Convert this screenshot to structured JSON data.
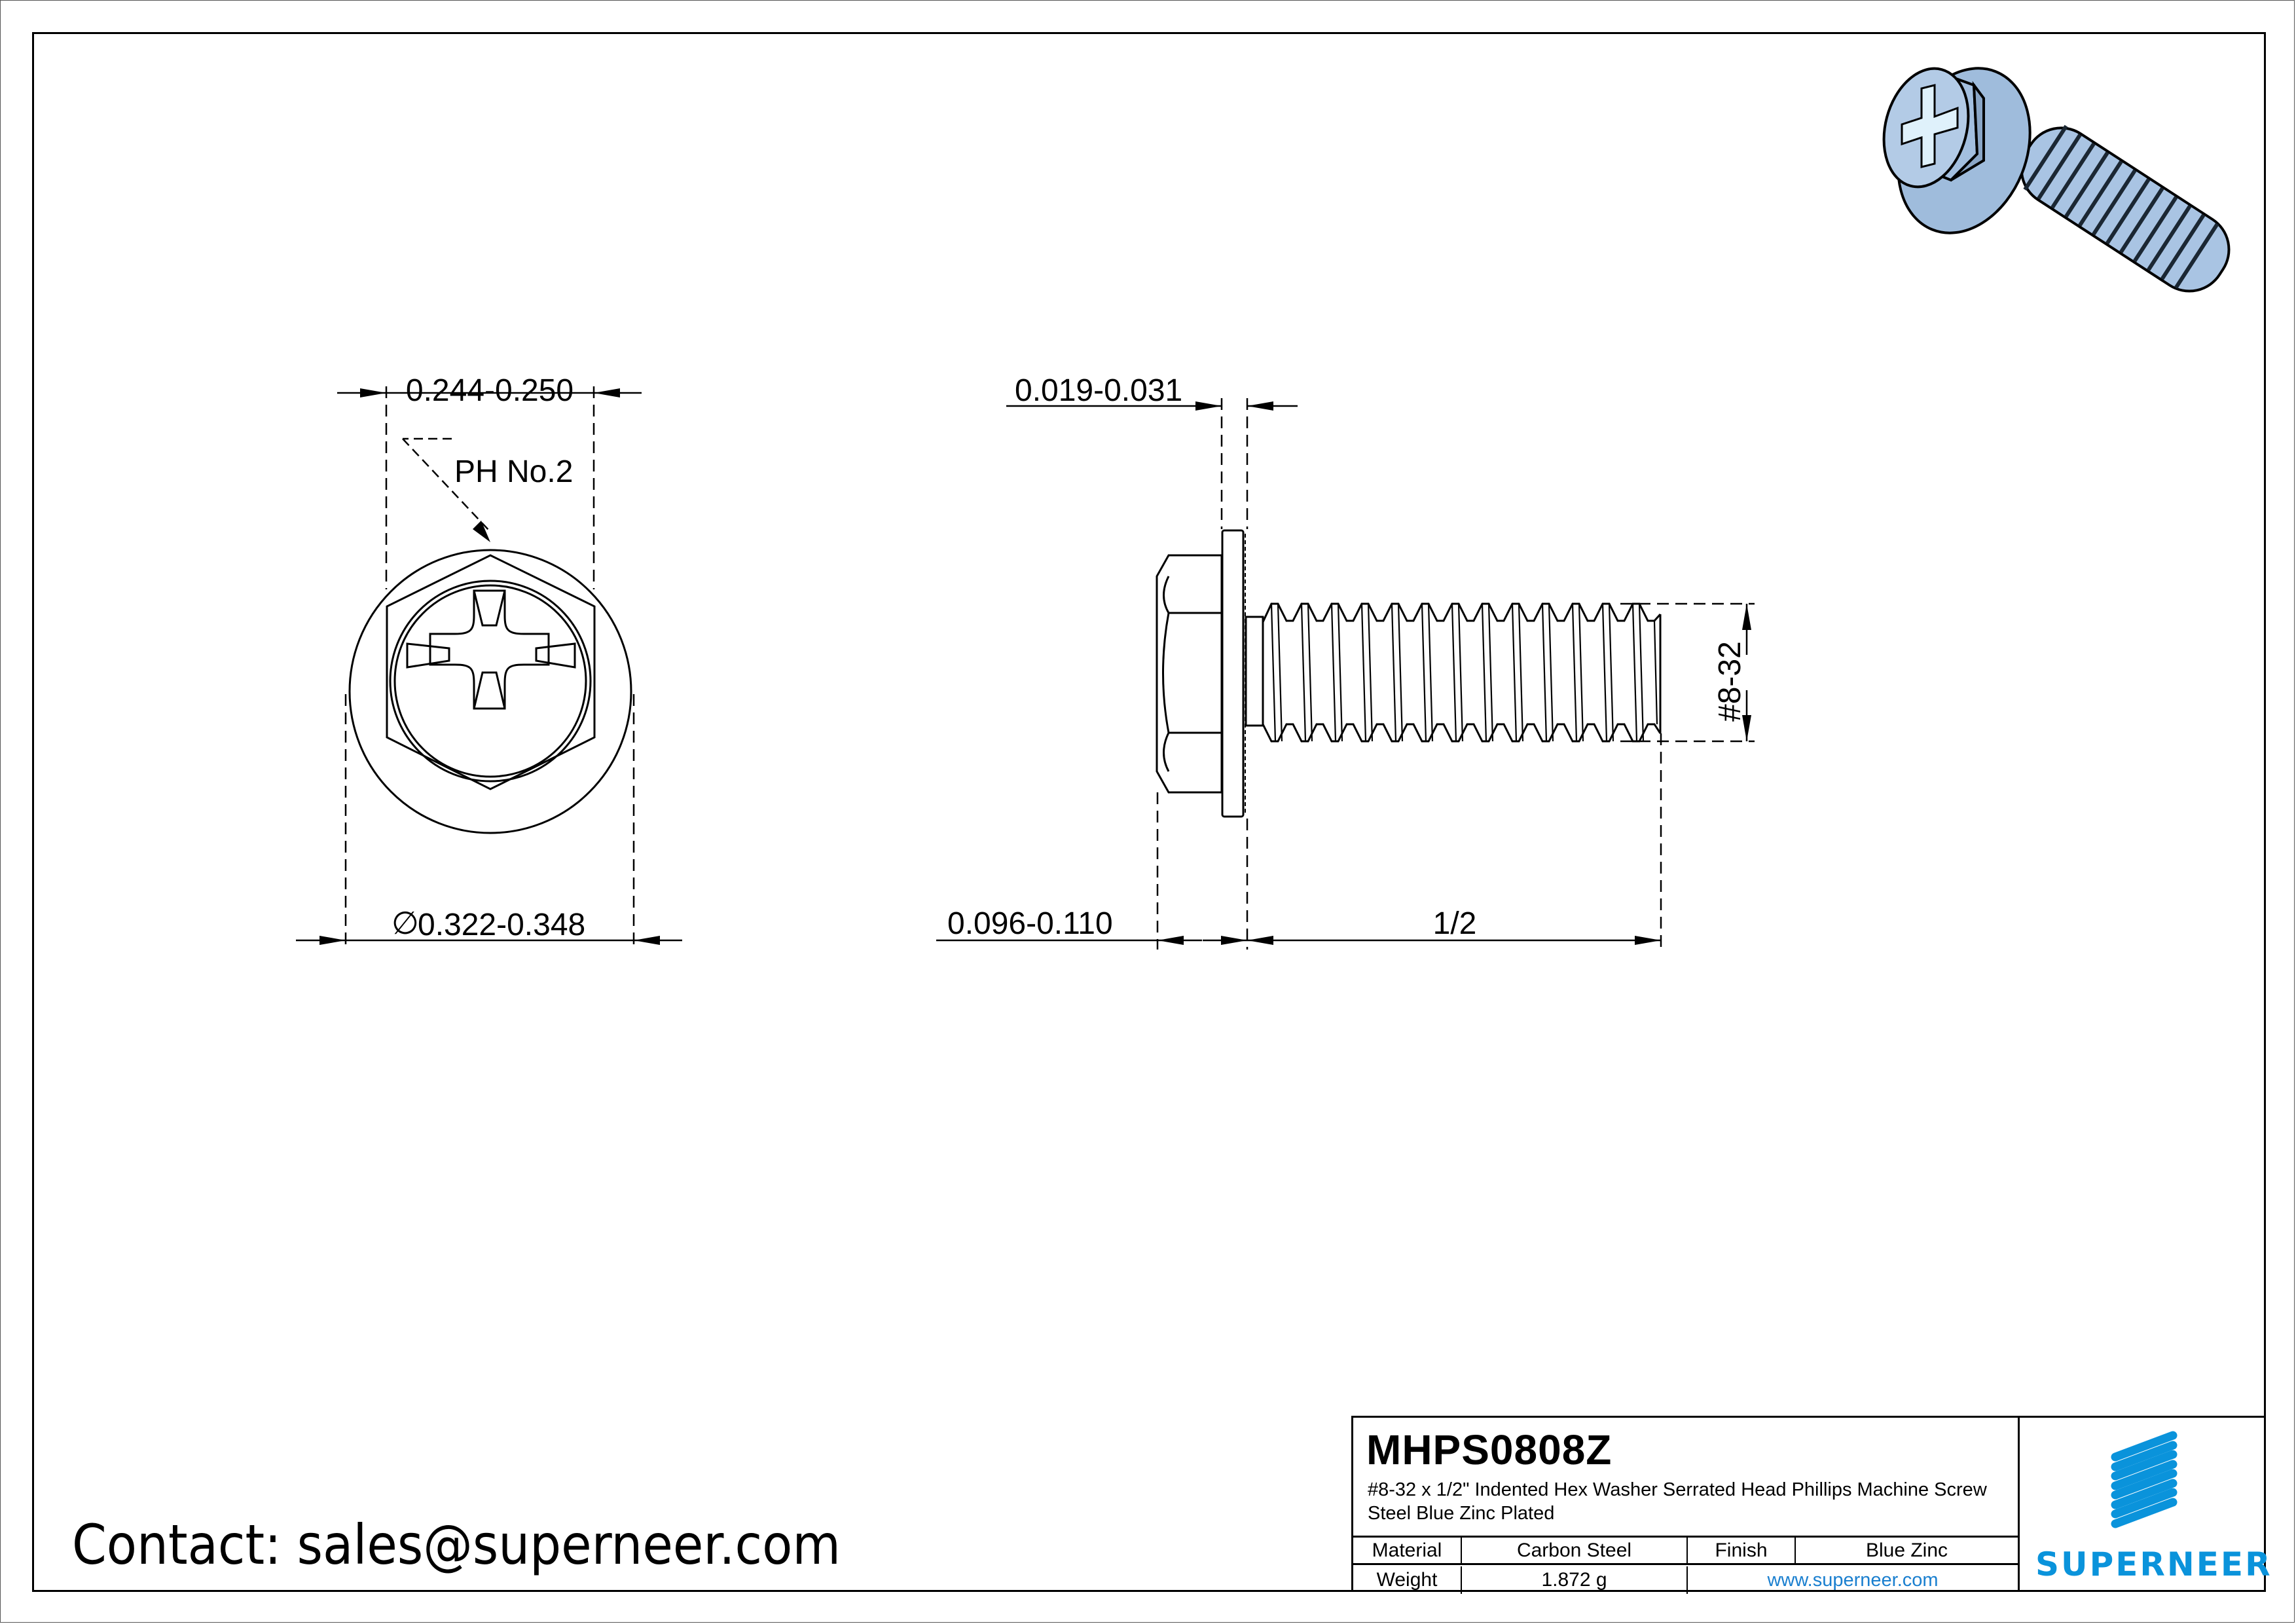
{
  "drawing": {
    "front_view": {
      "top_dimension": "0.244-0.250",
      "callout": "PH No.2",
      "bottom_dimension_symbol": "∅",
      "bottom_dimension": "0.322-0.348"
    },
    "side_view": {
      "washer_thickness": "0.019-0.031",
      "head_height": "0.096-0.110",
      "length": "1/2",
      "thread": "#8-32"
    },
    "iso_view": {
      "description": "3D isometric rendering of blue zinc plated screw",
      "colors": {
        "body": "#a9c4e3",
        "highlight": "#dff1fb",
        "shadow": "#7d99b8"
      }
    }
  },
  "title_block": {
    "part_number": "MHPS0808Z",
    "description": "#8-32 x 1/2\" Indented Hex Washer Serrated Head Phillips Machine Screw Steel Blue Zinc Plated",
    "material_label": "Material",
    "material_value": "Carbon Steel",
    "finish_label": "Finish",
    "finish_value": "Blue Zinc",
    "weight_label": "Weight",
    "weight_value": "1.872 g",
    "website": "www.superneer.com",
    "logo_text": "SUPERNEER",
    "brand_color": "#0a93db",
    "link_color": "#1a7fcf"
  },
  "contact": {
    "text": "Contact: sales@superneer.com"
  }
}
